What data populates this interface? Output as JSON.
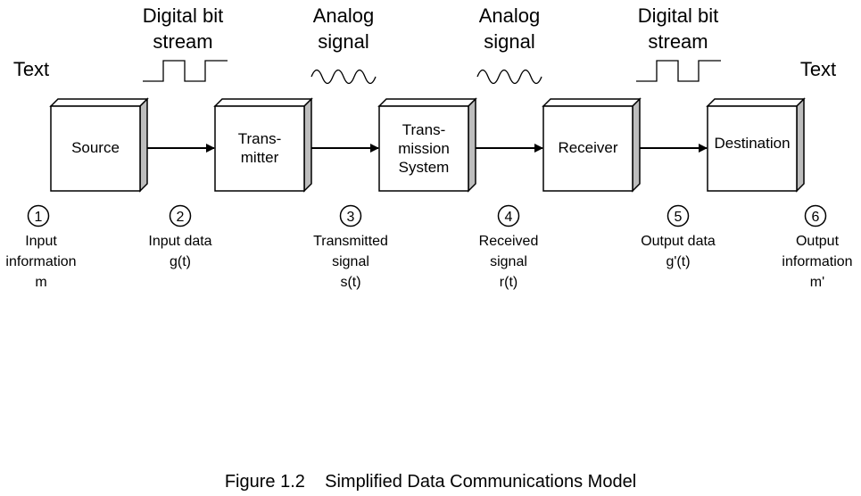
{
  "signals": [
    {
      "label": "Digital bit\nstream",
      "kind": "digital"
    },
    {
      "label": "Analog\nsignal",
      "kind": "analog"
    },
    {
      "label": "Analog\nsignal",
      "kind": "analog"
    },
    {
      "label": "Digital bit\nstream",
      "kind": "digital"
    }
  ],
  "text_labels": [
    "Text",
    "Text"
  ],
  "boxes": [
    {
      "label": "Source"
    },
    {
      "label": "Trans-\nmitter"
    },
    {
      "label": "Trans-\nmission\nSystem"
    },
    {
      "label": "Receiver"
    },
    {
      "label": "Destination"
    }
  ],
  "points": [
    {
      "number": "1",
      "label": "Input\ninformation\nm"
    },
    {
      "number": "2",
      "label": "Input data\ng(t)"
    },
    {
      "number": "3",
      "label": "Transmitted\nsignal\ns(t)"
    },
    {
      "number": "4",
      "label": "Received\nsignal\nr(t)"
    },
    {
      "number": "5",
      "label": "Output data\ng'(t)"
    },
    {
      "number": "6",
      "label": "Output\ninformation\nm'"
    }
  ],
  "caption": "Figure 1.2    Simplified Data Communications Model"
}
